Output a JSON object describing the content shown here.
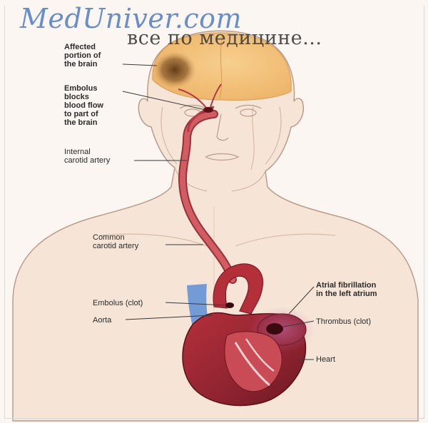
{
  "watermark": {
    "site": "MedUniver.com",
    "tagline": "все по медицине..."
  },
  "labels": {
    "affected_portion": "Affected\nportion of\nthe brain",
    "embolus_blocks": "Embolus\nblocks\nblood flow\nto part of\nthe brain",
    "internal_carotid": "Internal\ncarotid artery",
    "common_carotid": "Common\ncarotid artery",
    "embolus_clot": "Embolus (clot)",
    "aorta": "Aorta",
    "atrial_fibrillation": "Atrial fibrillation\nin the left atrium",
    "thrombus": "Thrombus (clot)",
    "heart": "Heart"
  },
  "colors": {
    "skin": "#f6e4d6",
    "brain": "#f2c27b",
    "affected_area": "#8a5a2a",
    "artery": "#c94f55",
    "heart_dark": "#7e1d28",
    "heart_mid": "#b3303b",
    "vein_blue": "#5c8fd6",
    "watermark_blue": "#5b86c8"
  }
}
